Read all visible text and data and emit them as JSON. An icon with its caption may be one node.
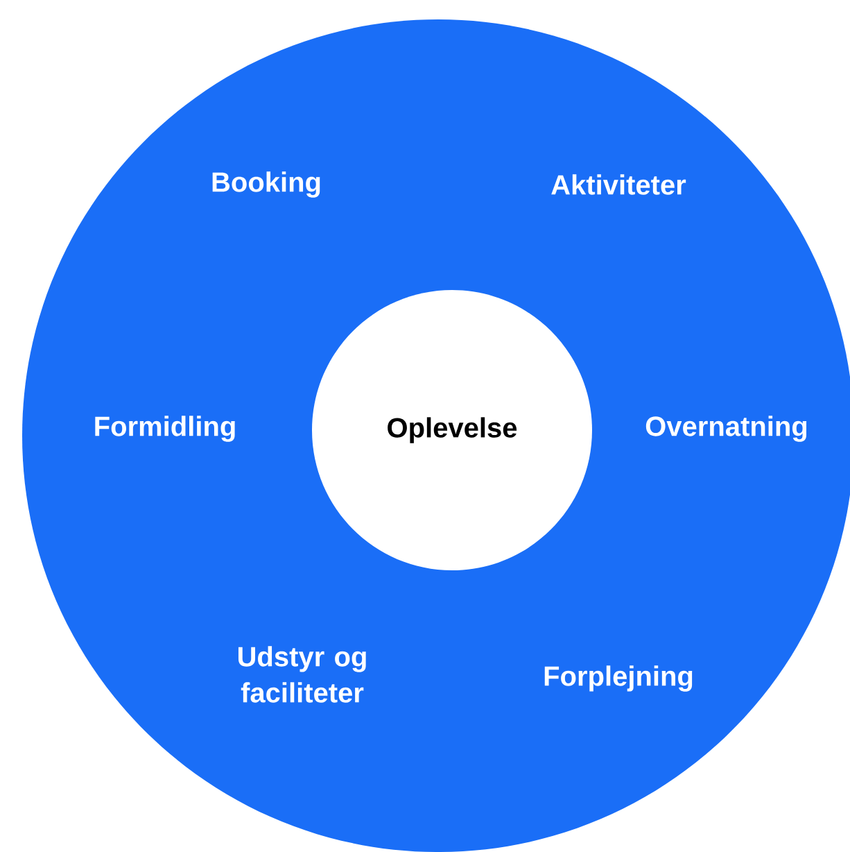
{
  "diagram": {
    "nodes": [
      {
        "text": [
          "Booking",
          "Aktiviteter",
          "Formidling",
          "Overnatning",
          "Udstyr og faciliteter",
          "Forplejning"
        ]
      },
      {
        "text": [
          "Oplevelse"
        ],
        "in": 0
      }
    ]
  }
}
